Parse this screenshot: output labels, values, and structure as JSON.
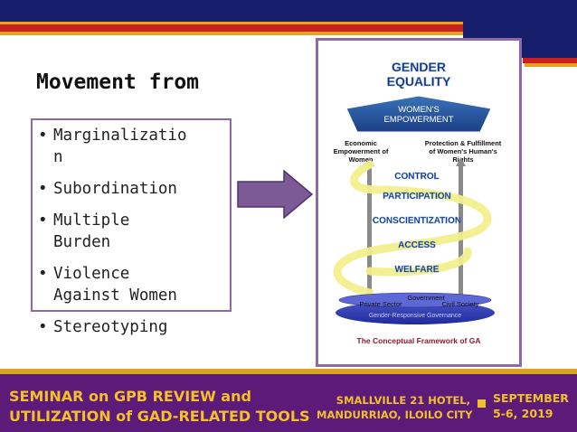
{
  "slide": {
    "title": "Movement from",
    "bullets": [
      {
        "line1": "Marginalizatio",
        "line2": "n"
      },
      {
        "line1": "Subordination",
        "line2": ""
      },
      {
        "line1": "Multiple",
        "line2": "Burden"
      },
      {
        "line1": "Violence",
        "line2": "Against Women"
      },
      {
        "line1": "Stereotyping",
        "line2": ""
      }
    ]
  },
  "diagram": {
    "header_line1": "GENDER",
    "header_line2": "EQUALITY",
    "roof_line1": "WOMEN'S",
    "roof_line2": "EMPOWERMENT",
    "left_col": [
      "Economic",
      "Empowerment of",
      "Women"
    ],
    "right_col": [
      "Protection & Fulfillment",
      "of Women's Human's",
      "Rights"
    ],
    "levels": [
      "CONTROL",
      "PARTICIPATION",
      "CONSCIENTIZATION",
      "ACCESS",
      "WELFARE"
    ],
    "base_top": "Government",
    "base_left": "Private Sector",
    "base_right": "Civil Society",
    "base_bottom": "Gender-Responsive Governance",
    "caption": "The Conceptual Framework of GA",
    "colors": {
      "navy": "#1b2a7a",
      "cyan": "#6ea6d6",
      "yellow": "#f3ef8e",
      "frame": "#8c6aa6",
      "caption_red": "#8b1c2a"
    }
  },
  "footer": {
    "left_line1": "SEMINAR on GPB REVIEW and",
    "left_line2": "UTILIZATION  of GAD-RELATED TOOLS",
    "venue_line1": "SMALLVILLE 21 HOTEL,",
    "venue_line2": "MANDURRIAO, ILOILO CITY",
    "date_line1": "SEPTEMBER",
    "date_line2": "5-6, 2019"
  }
}
